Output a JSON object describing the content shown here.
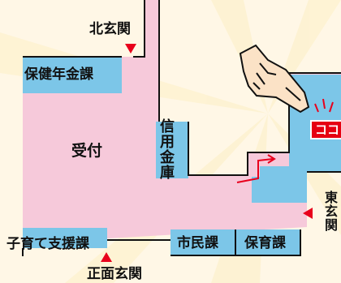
{
  "colors": {
    "background": "#fff7e6",
    "floor": "#f6c9da",
    "counter": "#7cc6e8",
    "wall": "#111111",
    "marker": "#e8001c"
  },
  "labels": {
    "north_entrance": "北玄関",
    "pension": "保健年金課",
    "reception": "受付",
    "credit_union": "信用金庫",
    "child_support": "子育て支援課",
    "citizens": "市民課",
    "nursery": "保育課",
    "main_entrance": "正面玄関",
    "east_entrance": "東玄関",
    "here": "ココ"
  },
  "icons": [
    "pointing-hand-icon",
    "down-arrow-icon",
    "up-arrow-icon",
    "left-arrow-icon",
    "route-arrow-icon"
  ]
}
